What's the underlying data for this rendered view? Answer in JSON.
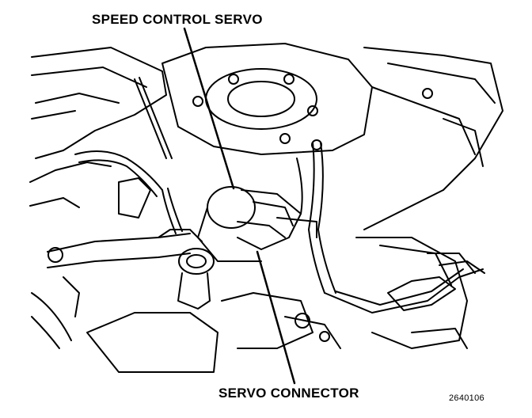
{
  "callouts": {
    "speed_control_servo": "SPEED CONTROL SERVO",
    "servo_connector": "SERVO CONNECTOR"
  },
  "figure_code": "2640106"
}
